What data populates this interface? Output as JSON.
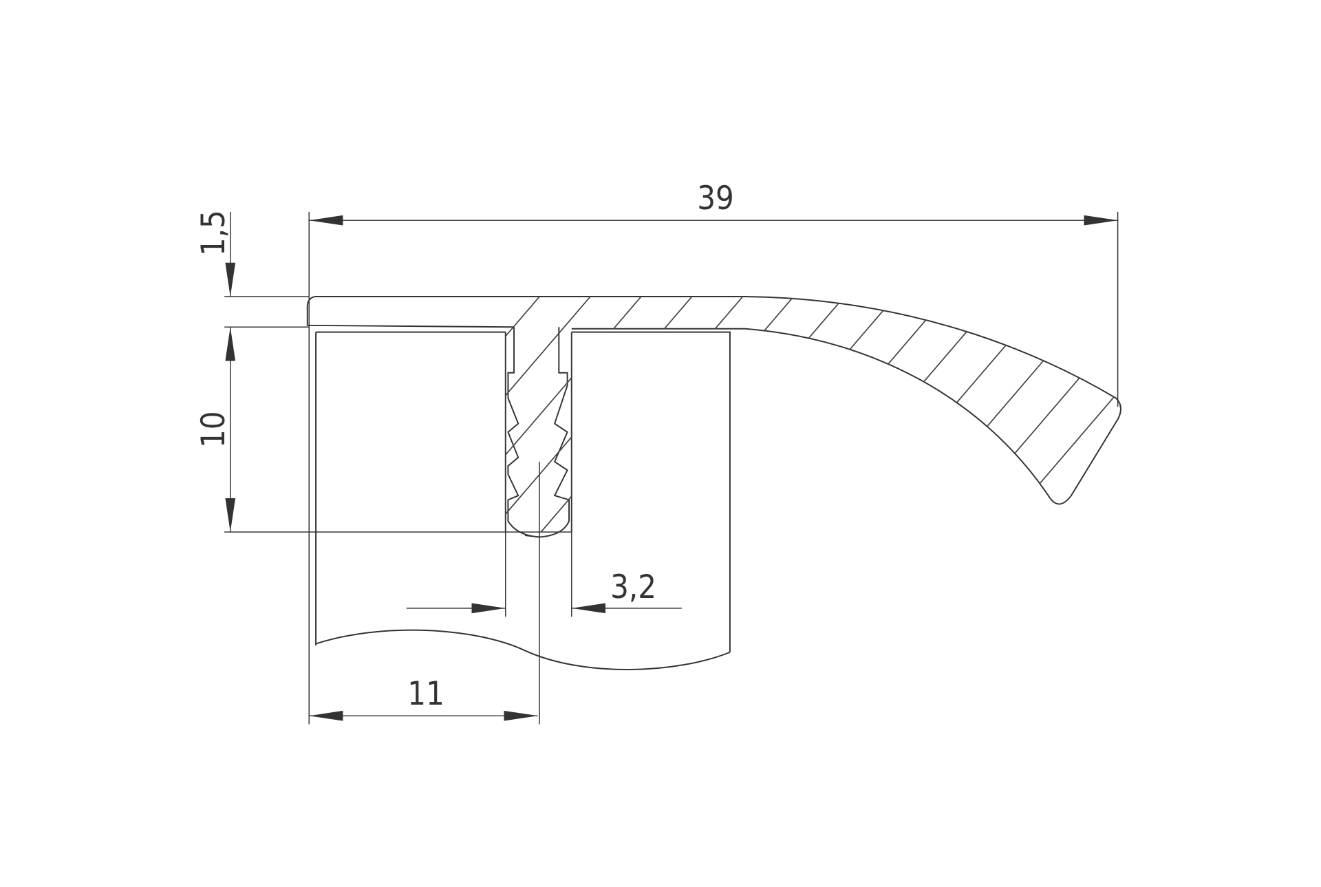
{
  "drawing": {
    "type": "profile cross-section with dimensions",
    "dimensions": {
      "overall_width": "39",
      "flange_thickness": "1,5",
      "height": "10",
      "slot_width": "3,2",
      "offset": "11"
    },
    "line_color": "#333333",
    "background": "#ffffff"
  }
}
